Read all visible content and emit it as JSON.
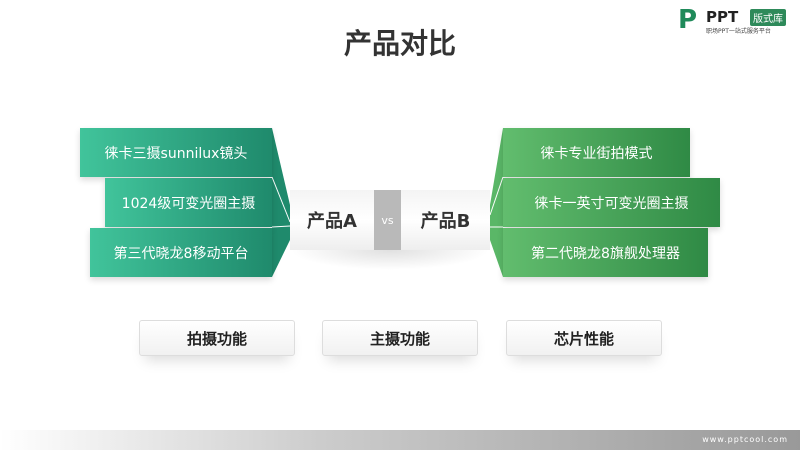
{
  "title": "产品对比",
  "logo": {
    "mark": "P",
    "brand": "PPT",
    "badge": "版式库",
    "tagline": "职场PPT一站式服务平台"
  },
  "product_a": {
    "name": "产品A",
    "features": [
      "徕卡三摄sunnilux镜头",
      "1024级可变光圈主摄",
      "第三代晓龙8移动平台"
    ]
  },
  "vs": "vs",
  "product_b": {
    "name": "产品B",
    "features": [
      "徕卡专业街拍模式",
      "徕卡一英寸可变光圈主摄",
      "第二代晓龙8旗舰处理器"
    ]
  },
  "categories": [
    "拍摄功能",
    "主摄功能",
    "芯片性能"
  ],
  "footer": "www.pptcool.com",
  "colors": {
    "left": "#2aa37e",
    "right": "#3f9a52"
  }
}
